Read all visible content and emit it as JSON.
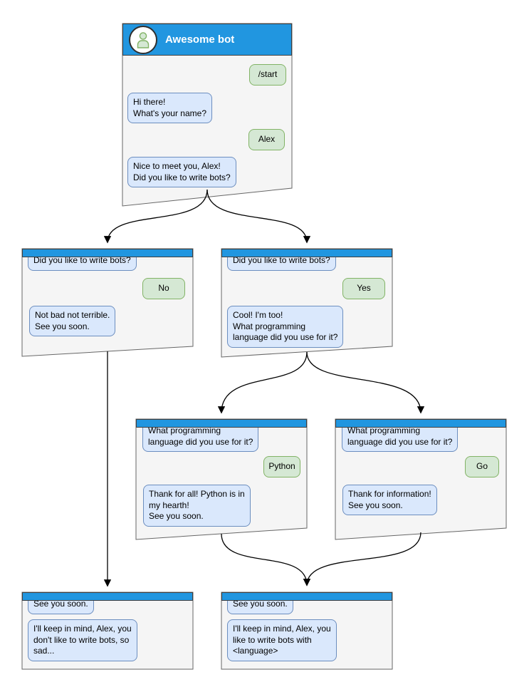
{
  "colors": {
    "header_blue": "#2196E0",
    "window_fill": "#F5F5F5",
    "window_border": "#666666",
    "bot_bubble_fill": "#DAE8FC",
    "bot_bubble_border": "#6C8EBF",
    "user_bubble_fill": "#D5E8D4",
    "user_bubble_border": "#82B366",
    "arrow": "#000000"
  },
  "windows": [
    {
      "title": "Awesome bot",
      "messages": [
        {
          "from": "user",
          "text": "/start"
        },
        {
          "from": "bot",
          "text": "Hi there!\nWhat's your name?"
        },
        {
          "from": "user",
          "text": "Alex"
        },
        {
          "from": "bot",
          "text": "Nice to meet you, Alex!\nDid you like to write bots?"
        }
      ]
    },
    {
      "messages": [
        {
          "from": "bot",
          "text": "Did you like to write bots?"
        },
        {
          "from": "user",
          "text": "No"
        },
        {
          "from": "bot",
          "text": "Not bad not terrible.\nSee you soon."
        }
      ]
    },
    {
      "messages": [
        {
          "from": "bot",
          "text": "Did you like to write bots?"
        },
        {
          "from": "user",
          "text": "Yes"
        },
        {
          "from": "bot",
          "text": "Cool! I'm too!\nWhat programming\nlanguage did you use for it?"
        }
      ]
    },
    {
      "messages": [
        {
          "from": "bot",
          "text": "What programming\nlanguage did you use for it?"
        },
        {
          "from": "user",
          "text": "Python"
        },
        {
          "from": "bot",
          "text": "Thank for all! Python is in\nmy hearth!\nSee you soon."
        }
      ]
    },
    {
      "messages": [
        {
          "from": "bot",
          "text": "What programming\nlanguage did you use for it?"
        },
        {
          "from": "user",
          "text": "Go"
        },
        {
          "from": "bot",
          "text": "Thank for information!\nSee you soon."
        }
      ]
    },
    {
      "messages": [
        {
          "from": "bot",
          "text": "See you soon."
        },
        {
          "from": "bot",
          "text": "I'll keep in mind, Alex, you\ndon't like to write bots, so\nsad..."
        }
      ]
    },
    {
      "messages": [
        {
          "from": "bot",
          "text": "See you soon."
        },
        {
          "from": "bot",
          "text": "I'll keep in mind, Alex, you\nlike to write bots with\n<language>"
        }
      ]
    }
  ]
}
